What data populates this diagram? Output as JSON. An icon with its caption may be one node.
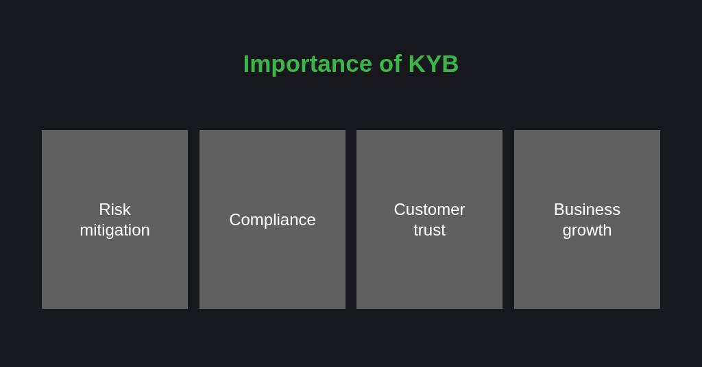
{
  "diagram": {
    "title": "Importance of KYB",
    "nodes": [
      {
        "text": [
          "Risk mitigation"
        ]
      },
      {
        "text": [
          "Compliance"
        ]
      },
      {
        "text": [
          "Customer trust"
        ]
      },
      {
        "text": [
          "Business growth"
        ]
      }
    ]
  }
}
